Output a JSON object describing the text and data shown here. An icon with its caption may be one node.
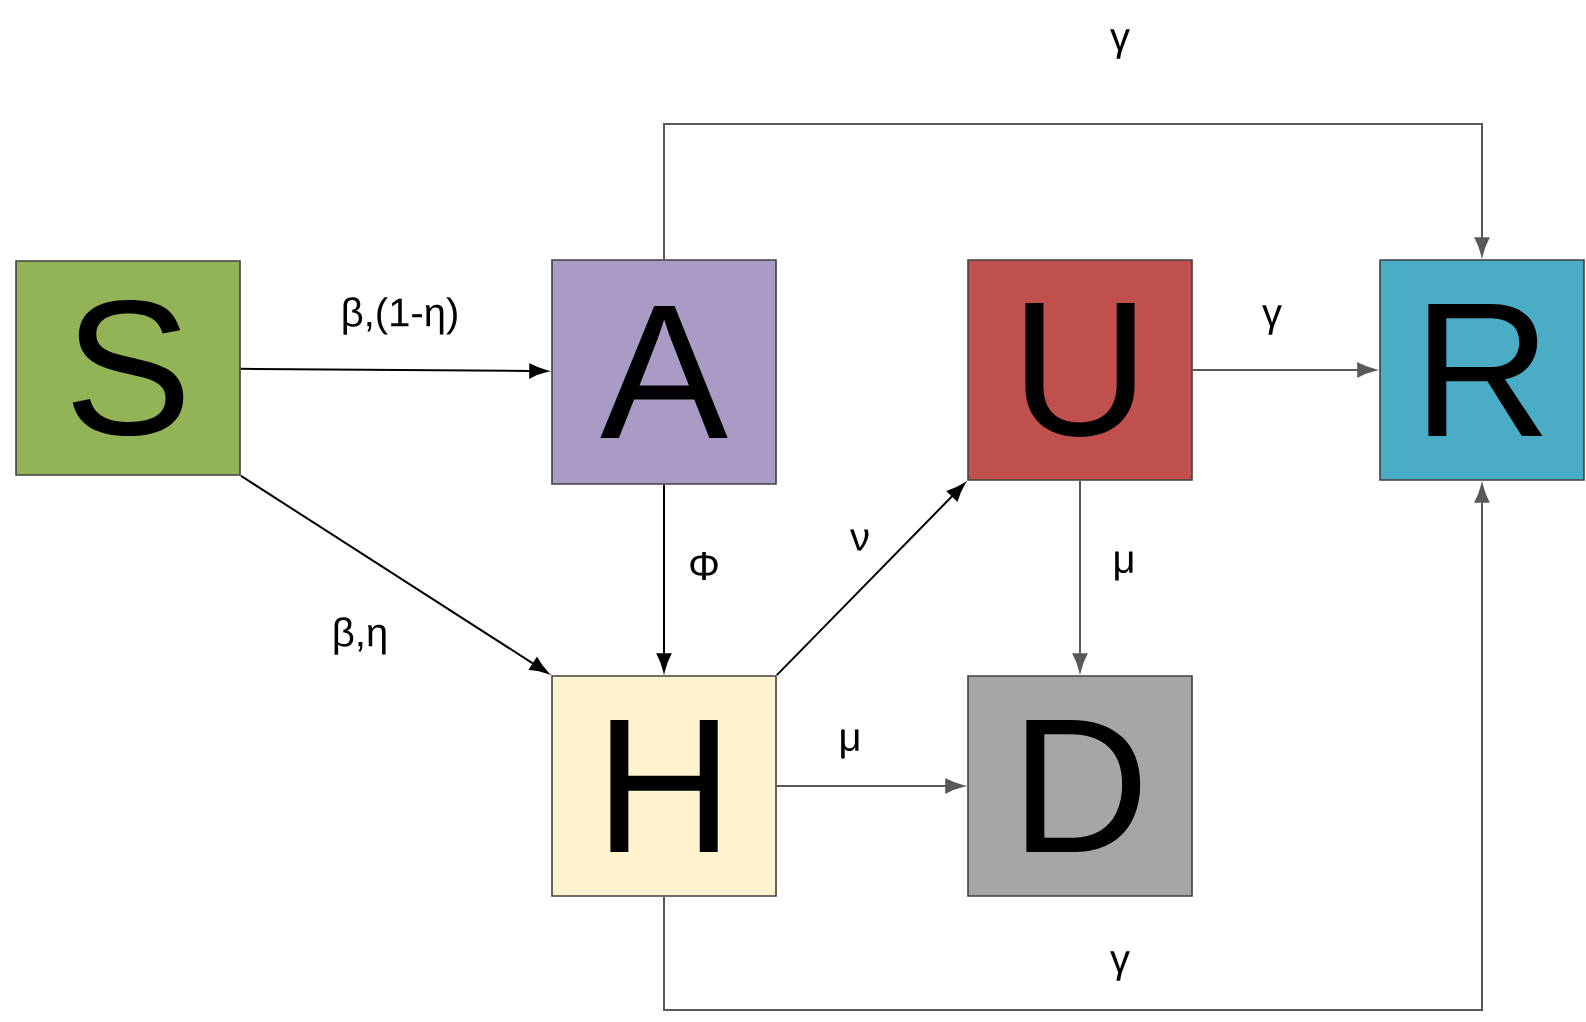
{
  "diagram": {
    "nodes": [
      {
        "text": [
          "S"
        ]
      },
      {
        "text": [
          "A"
        ]
      },
      {
        "text": [
          "U"
        ]
      },
      {
        "text": [
          "R"
        ]
      },
      {
        "text": [
          "H"
        ]
      },
      {
        "text": [
          "D"
        ]
      }
    ],
    "edges": [
      {
        "from": 0,
        "to": 1,
        "arrow": "to",
        "label": "β,(1-η)",
        "color": "#000000"
      },
      {
        "from": 0,
        "to": 4,
        "arrow": "to",
        "label": "β,η",
        "color": "#000000"
      },
      {
        "from": 1,
        "to": 4,
        "arrow": "to",
        "label": "Φ",
        "color": "#000000"
      },
      {
        "from": 4,
        "to": 2,
        "arrow": "to",
        "label": "ν",
        "color": "#000000"
      },
      {
        "from": 2,
        "to": 3,
        "arrow": "to",
        "label": "γ"
      },
      {
        "from": 2,
        "to": 5,
        "arrow": "to",
        "label": "μ"
      },
      {
        "from": 4,
        "to": 5,
        "arrow": "to",
        "label": "μ"
      },
      {
        "from": 1,
        "to": 3,
        "arrow": "to",
        "label": "γ"
      },
      {
        "from": 4,
        "to": 3,
        "arrow": "to",
        "label": "γ"
      }
    ]
  }
}
